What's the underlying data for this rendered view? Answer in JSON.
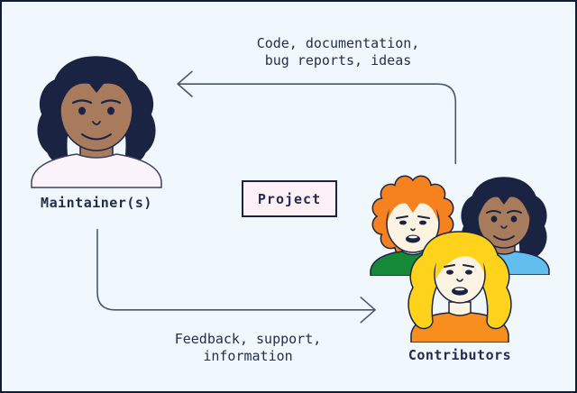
{
  "diagram": {
    "top_flow_label": "Code, documentation,\nbug reports, ideas",
    "bottom_flow_label": "Feedback, support,\ninformation",
    "maintainer_label": "Maintainer(s)",
    "contributors_label": "Contributors",
    "project_label": "Project"
  },
  "colors": {
    "background": "#f0f8fd",
    "frame_border": "#131c36",
    "outline_navy": "#1b2342",
    "arrow_stroke": "#4a5472",
    "text": "#272e4d",
    "project_box_fill": "#fdf0f7",
    "skin_brown": "#a97b5d",
    "skin_light": "#fdf3e3",
    "hair_dark": "#1b2342",
    "hair_orange": "#f5821f",
    "hair_blonde": "#ffd31c",
    "shirt_white": "#fbf5fb",
    "shirt_green": "#168939",
    "shirt_blue": "#63bef0",
    "shirt_orange": "#f78e1e"
  }
}
